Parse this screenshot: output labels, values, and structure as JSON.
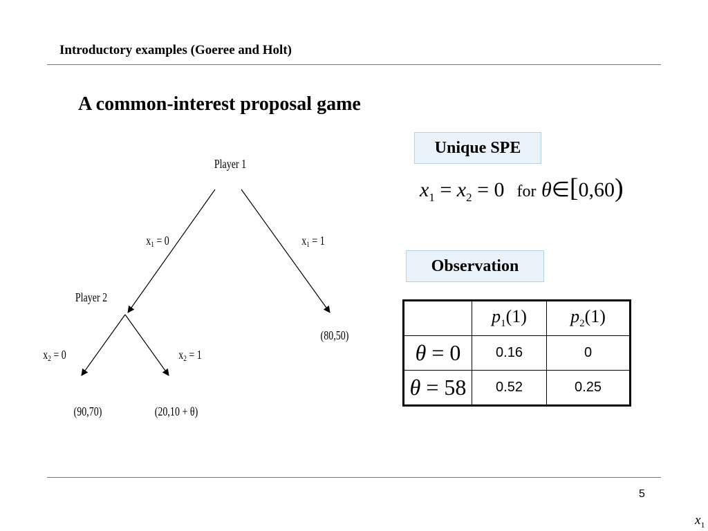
{
  "header": {
    "title": "Introductory examples (Goeree and Holt)"
  },
  "slide": {
    "title": "A common-interest proposal game"
  },
  "tree": {
    "player1": "Player 1",
    "player2": "Player 2",
    "edge_x1_0": {
      "var": "x",
      "sub": "1",
      "rhs": " = 0"
    },
    "edge_x1_1": {
      "var": "x",
      "sub": "1",
      "rhs": " = 1"
    },
    "edge_x2_0": {
      "var": "x",
      "sub": "2",
      "rhs": " = 0"
    },
    "edge_x2_1": {
      "var": "x",
      "sub": "2",
      "rhs": " = 1"
    },
    "payoff_80_50": "(80,50)",
    "payoff_90_70": "(90,70)",
    "payoff_20_theta": "(20,10 + θ)"
  },
  "spe": {
    "label": "Unique SPE",
    "var_x": "x",
    "sub1": "1",
    "sub2": "2",
    "eq": "=",
    "zero": "0",
    "for_word": "for",
    "theta": "θ",
    "in": "∈",
    "lbracket": "[",
    "range": "0,60",
    "rparen": ")"
  },
  "observation": {
    "label": "Observation",
    "header": {
      "p1": "p",
      "p1_sub": "1",
      "p1_arg": "(1)",
      "p2": "p",
      "p2_sub": "2",
      "p2_arg": "(1)"
    },
    "rows": [
      {
        "theta": "θ",
        "eq": " = ",
        "value": "0",
        "p1": "0.16",
        "p2": "0"
      },
      {
        "theta": "θ",
        "eq": " = ",
        "value": "58",
        "p1": "0.52",
        "p2": "0.25"
      }
    ]
  },
  "footer": {
    "page_number": "5",
    "corner_var": "x",
    "corner_sub": "1"
  }
}
